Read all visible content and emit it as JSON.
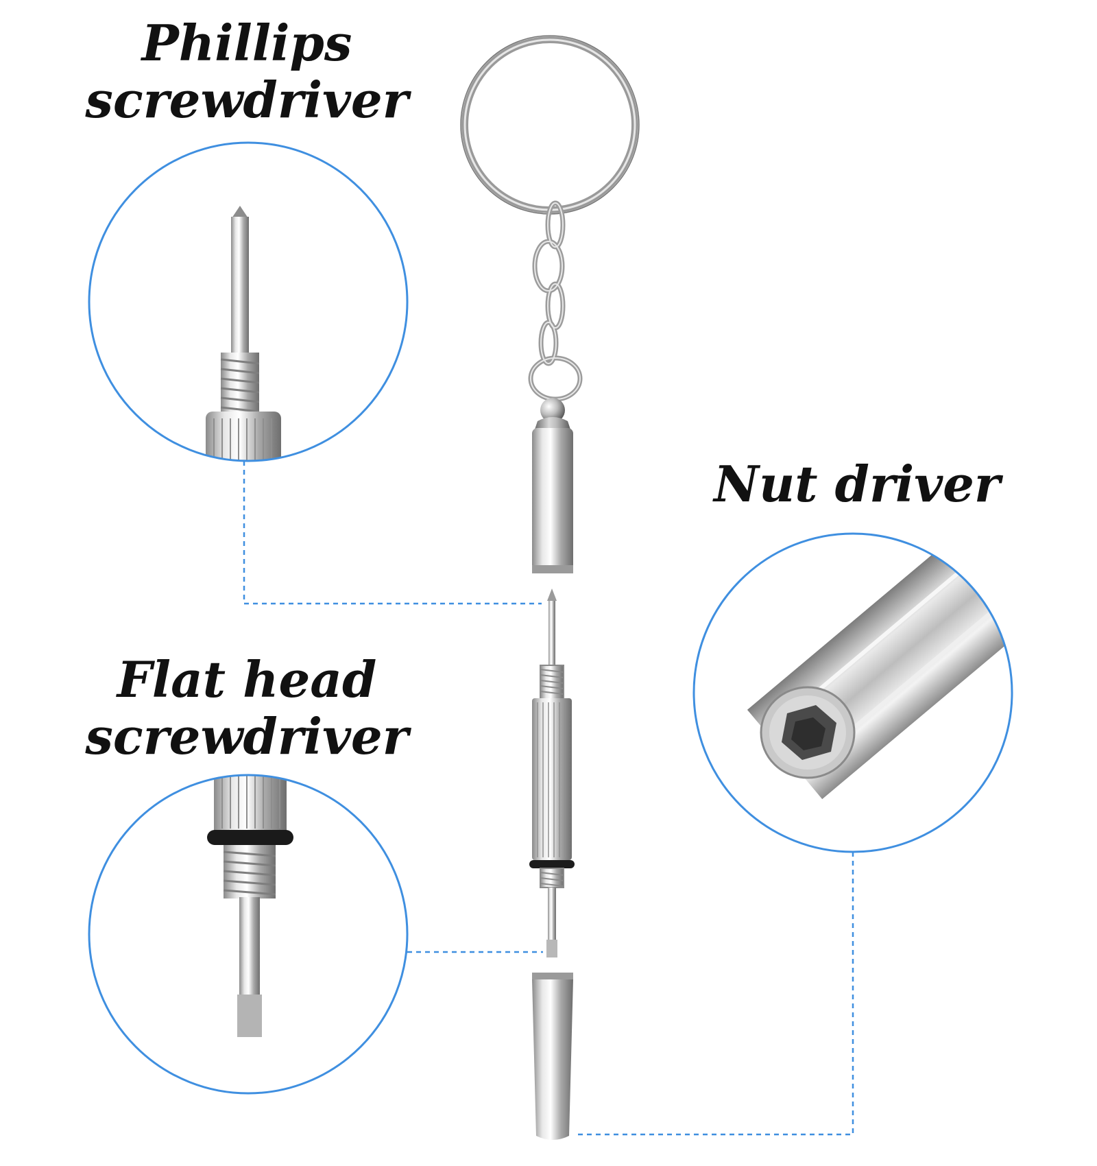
{
  "labels": {
    "phillips": {
      "line1": "Phillips",
      "line2": "screwdriver"
    },
    "flat": {
      "line1": "Flat head",
      "line2": "screwdriver"
    },
    "nut": {
      "line1": "Nut driver"
    }
  },
  "colors": {
    "callout_circle": "#3f8fe0",
    "connector_line": "#3f8fe0",
    "text": "#111111"
  }
}
